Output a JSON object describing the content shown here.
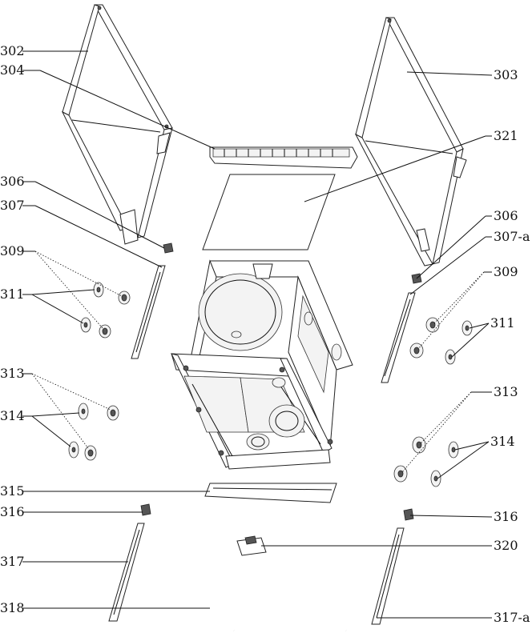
{
  "labels": {
    "l302": "302",
    "l304": "304",
    "l306_left": "306",
    "l307": "307",
    "l309_left": "309",
    "l311_left": "311",
    "l313_left": "313",
    "l314_left": "314",
    "l315": "315",
    "l316_left": "316",
    "l317": "317",
    "l318": "318",
    "l303": "303",
    "l321": "321",
    "l306_right": "306",
    "l307a": "307-a",
    "l309_right": "309",
    "l311_right": "311",
    "l313_right": "313",
    "l314_right": "314",
    "l316_right": "316",
    "l320": "320",
    "l317a": "317-a"
  }
}
